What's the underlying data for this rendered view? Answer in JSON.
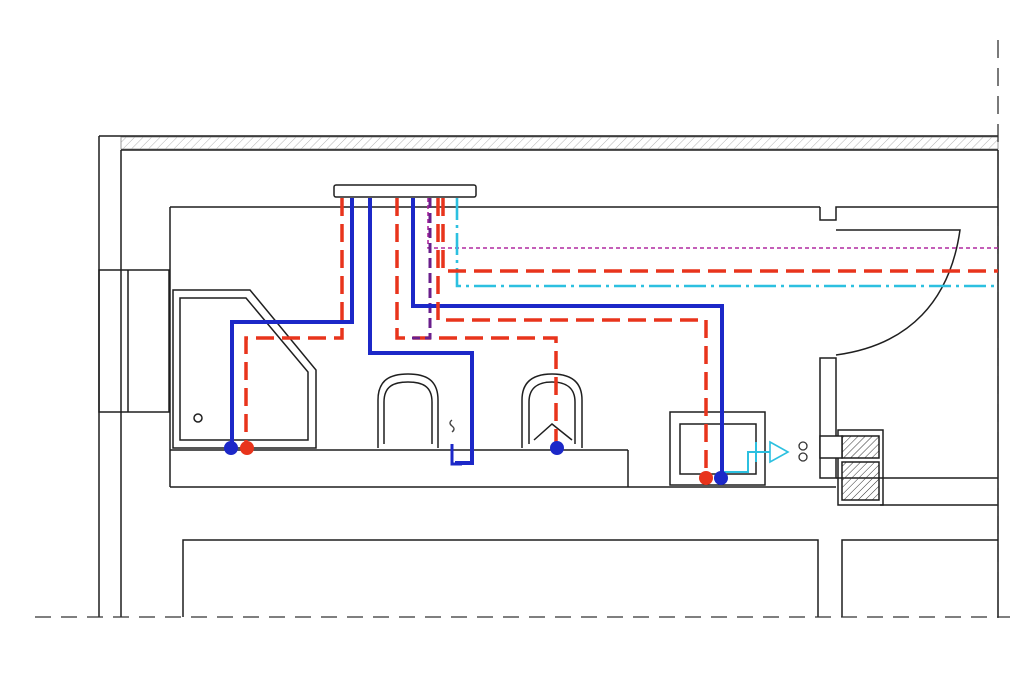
{
  "diagram": {
    "kind": "plumbing-layout",
    "colors": {
      "outline": "#1f1f1f",
      "cold_supply": "#1c28c8",
      "hot_supply": "#e8341c",
      "circulation": "#6a1f8c",
      "gas_line": "#2cc0e0",
      "secondary_dashed": "#b02aa0"
    },
    "legend_icons": [
      "cold-inlet-dot",
      "hot-inlet-dot",
      "drain-trap-icon",
      "flow-arrow-icon"
    ]
  }
}
